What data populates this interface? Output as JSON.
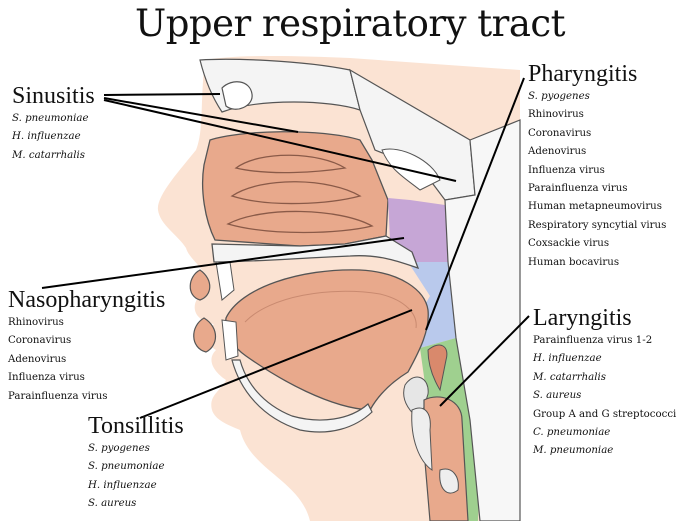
{
  "title": "Upper respiratory tract",
  "sinusitis": {
    "heading": "Sinusitis",
    "items": [
      "S. pneumoniae",
      "H. influenzae",
      "M. catarrhalis"
    ]
  },
  "pharyngitis": {
    "heading": "Pharyngitis",
    "items": [
      "S. pyogenes",
      "Rhinovirus",
      "Coronavirus",
      "Adenovirus",
      "Influenza virus",
      "Parainfluenza virus",
      "Human metapneumovirus",
      "Respiratory syncytial virus",
      "Coxsackie virus",
      "Human bocavirus"
    ]
  },
  "nasopharyngitis": {
    "heading": "Nasopharyngitis",
    "items": [
      "Rhinovirus",
      "Coronavirus",
      "Adenovirus",
      "Influenza virus",
      "Parainfluenza virus"
    ]
  },
  "tonsillitis": {
    "heading": "Tonsillitis",
    "items": [
      "S. pyogenes",
      "S. pneumoniae",
      "H. influenzae",
      "S. aureus"
    ]
  },
  "laryngitis": {
    "heading": "Laryngitis",
    "items": [
      "Parainfluenza virus 1-2",
      "H. influenzae",
      "M. catarrhalis",
      "S. aureus",
      "Group A and G streptococci",
      "C. pneumoniae",
      "M. pneumoniae"
    ]
  },
  "colors": {
    "skin": "#fbe3d3",
    "tissue": "#e8a98c",
    "tissue_dark": "#d9896c",
    "bone": "#f4f4f4",
    "nasopharynx": "#c6a6d6",
    "oropharynx": "#b9c9ec",
    "larynx_region": "#9fd08f",
    "outline": "#555555"
  }
}
